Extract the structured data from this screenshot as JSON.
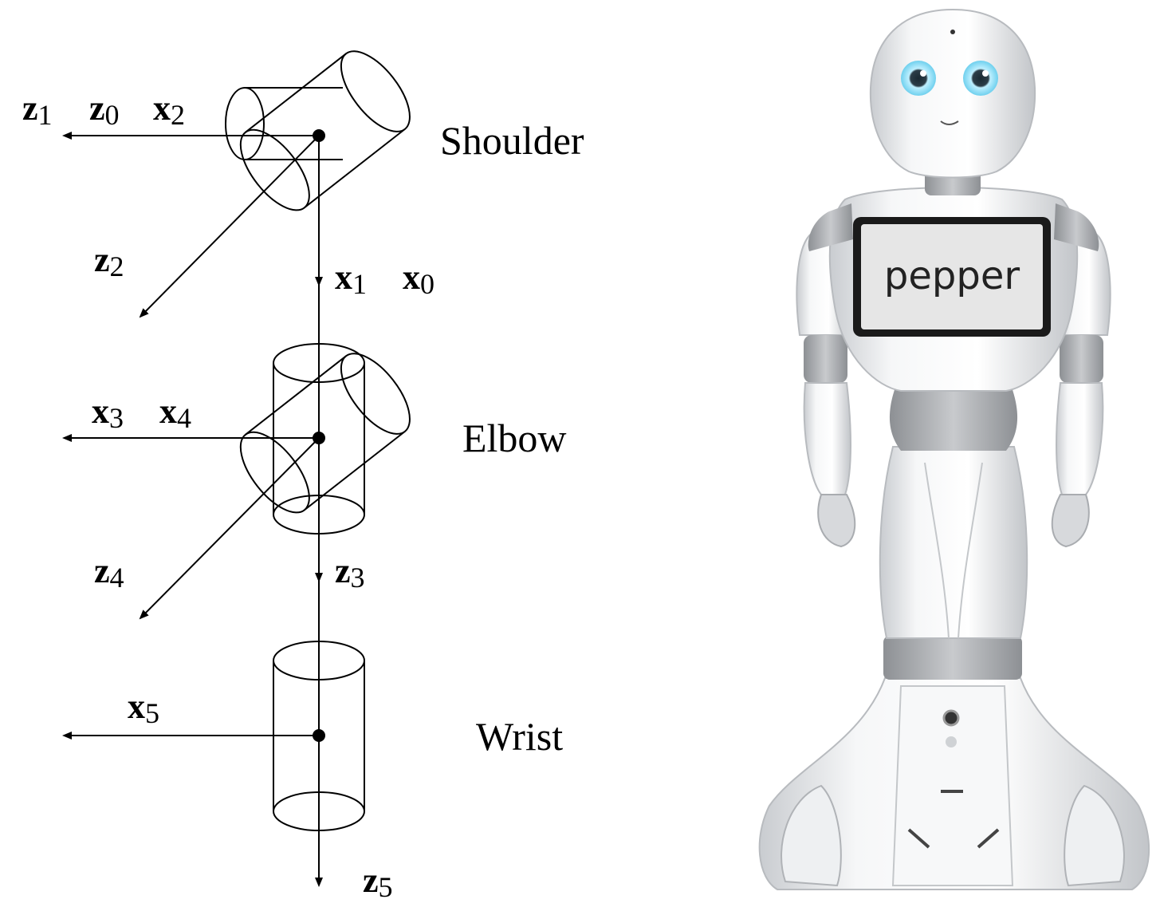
{
  "joints": {
    "shoulder": "Shoulder",
    "elbow": "Elbow",
    "wrist": "Wrist"
  },
  "axes": {
    "z1": {
      "main": "z",
      "sub": "1"
    },
    "z0": {
      "main": "z",
      "sub": "0"
    },
    "x2": {
      "main": "x",
      "sub": "2"
    },
    "z2": {
      "main": "z",
      "sub": "2"
    },
    "x1": {
      "main": "x",
      "sub": "1"
    },
    "x0": {
      "main": "x",
      "sub": "0"
    },
    "x3": {
      "main": "x",
      "sub": "3"
    },
    "x4": {
      "main": "x",
      "sub": "4"
    },
    "z4": {
      "main": "z",
      "sub": "4"
    },
    "z3": {
      "main": "z",
      "sub": "3"
    },
    "x5": {
      "main": "x",
      "sub": "5"
    },
    "z5": {
      "main": "z",
      "sub": "5"
    }
  },
  "robot": {
    "logo": "pepper",
    "colors": {
      "shell": "#f2f3f5",
      "trim": "#a9acb0",
      "eyes": "#7fd6f0",
      "screen": "#e6e6e6"
    }
  }
}
